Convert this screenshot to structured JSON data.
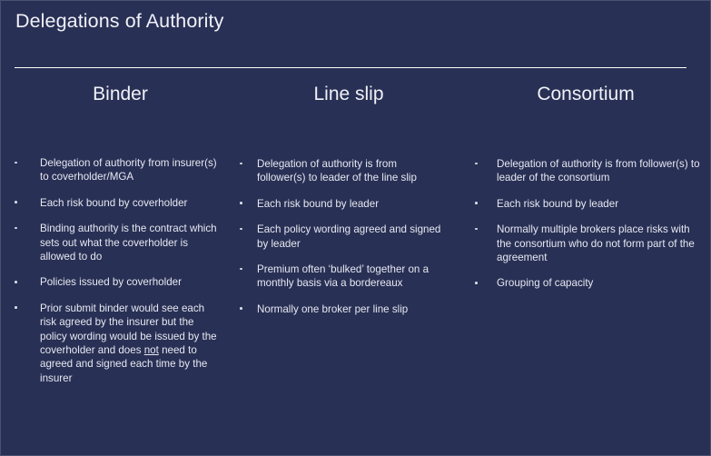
{
  "slide": {
    "title": "Delegations of Authority",
    "background_color": "#293055",
    "text_color": "#e6e8f1",
    "rule_color": "#ffffff"
  },
  "columns": [
    {
      "heading": "Binder",
      "bullets": [
        "Delegation of authority from insurer(s) to coverholder/MGA",
        "Each risk bound by coverholder",
        "Binding authority is the contract which sets out what the coverholder is allowed to do",
        "Policies issued by coverholder",
        {
          "parts": [
            {
              "text": "Prior submit binder would see each risk agreed by the insurer but the policy wording would be issued by the coverholder and does ",
              "underline": false
            },
            {
              "text": "not",
              "underline": true
            },
            {
              "text": " need to agreed and signed each time by the insurer",
              "underline": false
            }
          ]
        }
      ]
    },
    {
      "heading": "Line slip",
      "bullets": [
        "Delegation of authority is from follower(s) to leader of the line slip",
        "Each risk bound by leader",
        "Each policy wording agreed and signed by leader",
        "Premium often ‘bulked’ together on a monthly basis via a bordereaux",
        "Normally one broker per line slip"
      ]
    },
    {
      "heading": "Consortium",
      "bullets": [
        "Delegation of authority is from follower(s) to leader of the consortium",
        "Each risk bound by leader",
        "Normally multiple brokers place risks with the consortium who do not form part of the agreement",
        "Grouping of capacity"
      ]
    }
  ]
}
